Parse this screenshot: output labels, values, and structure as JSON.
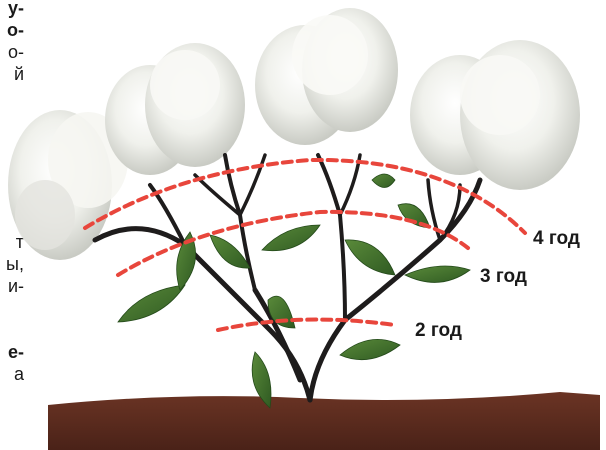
{
  "left_margin_fragments": [
    {
      "text": "у-",
      "bold": true
    },
    {
      "text": "о-",
      "bold": true
    },
    {
      "text": "о-",
      "bold": false
    },
    {
      "text": "й",
      "bold": false
    },
    {
      "text": "т",
      "bold": false
    },
    {
      "text": "ы,",
      "bold": false
    },
    {
      "text": "и-",
      "bold": false
    },
    {
      "text": "е-",
      "bold": true
    },
    {
      "text": "а",
      "bold": false
    }
  ],
  "age_labels": {
    "year4": "4 год",
    "year3": "3 год",
    "year2": "2 год"
  },
  "colors": {
    "cut_line": "#e8463c",
    "stem": "#1e1c1c",
    "leaf": "#3f6e2e",
    "flower": "#f2f2ee",
    "soil": "#5a2a1e"
  }
}
